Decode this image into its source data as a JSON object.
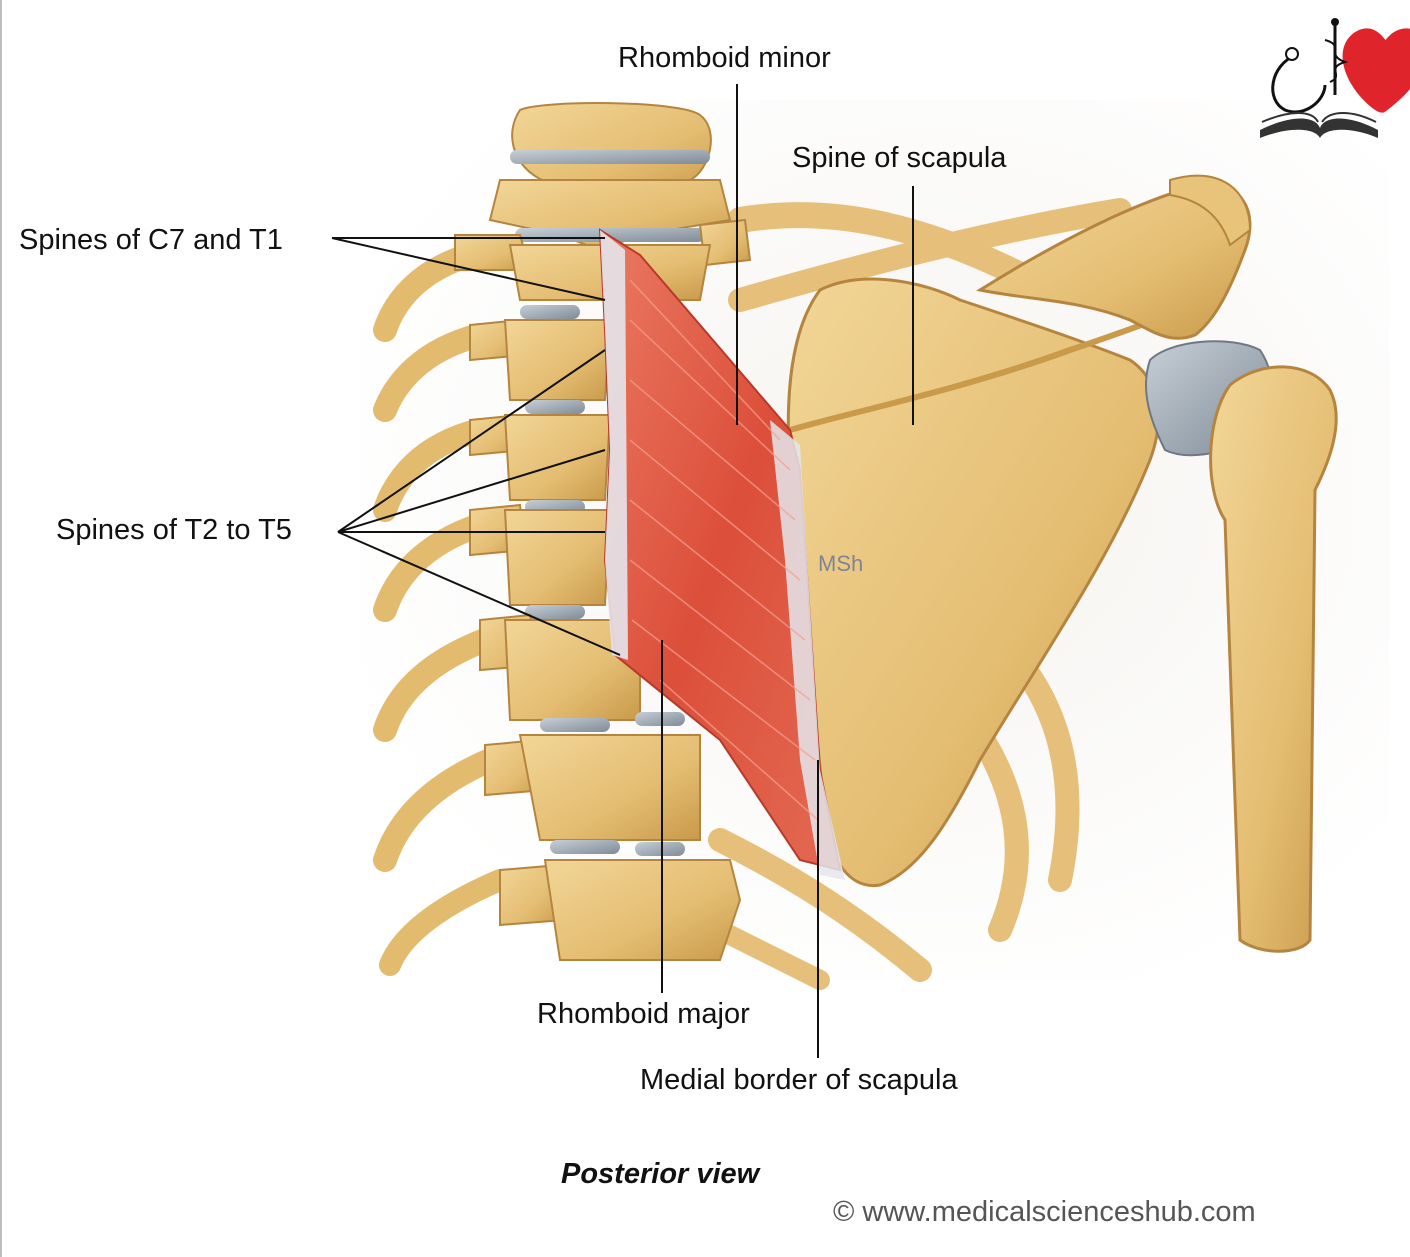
{
  "labels": {
    "rhomboid_minor": "Rhomboid minor",
    "spine_of_scapula": "Spine of scapula",
    "spines_c7_t1": "Spines of C7 and T1",
    "spines_t2_t5": "Spines of T2 to T5",
    "rhomboid_major": "Rhomboid major",
    "medial_border": "Medial border of scapula"
  },
  "caption": "Posterior view",
  "copyright": "© www.medicalscienceshub.com",
  "watermark": "MSh",
  "colors": {
    "bone": "#e8c37a",
    "bone_dark": "#c99a4a",
    "muscle": "#e0553f",
    "tendon": "#dfe3ea",
    "cartilage": "#9aa6b2",
    "logo_heart": "#e0242b"
  },
  "icons": {
    "logo": "heart-stethoscope-book-logo"
  }
}
